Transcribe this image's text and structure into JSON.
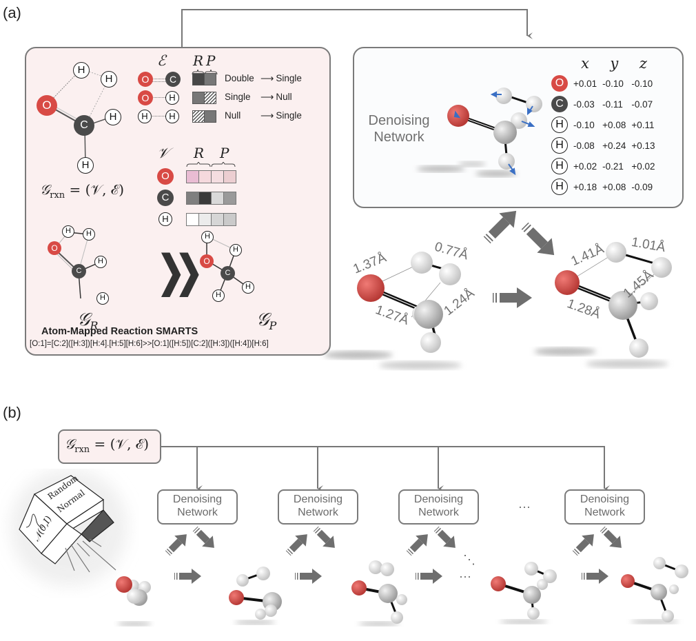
{
  "panel_a": {
    "label": "(a)",
    "graph_box": {
      "edge_symbol": "ℰ",
      "edge_cols": [
        "R",
        "P"
      ],
      "edges": [
        {
          "a": "O",
          "b": "C",
          "bond_r": "Double",
          "arrow": "⟶",
          "bond_p": "Single",
          "r_fill": "#474747",
          "p_fill": "#777777",
          "r_hatch": false,
          "p_hatch": false
        },
        {
          "a": "O",
          "b": "H",
          "bond_r": "Single",
          "arrow": "⟶",
          "bond_p": "Null",
          "r_fill": "#777777",
          "p_fill": "#ffffff",
          "r_hatch": false,
          "p_hatch": true
        },
        {
          "a": "H",
          "b": "H",
          "bond_r": "Null",
          "arrow": "⟶",
          "bond_p": "Single",
          "r_fill": "#ffffff",
          "p_fill": "#777777",
          "r_hatch": true,
          "p_hatch": false
        }
      ],
      "vertex_symbol": "𝒱",
      "vertex_cols": [
        "R",
        "P"
      ],
      "vertices": [
        {
          "atom": "O",
          "cells": [
            "#e9bcd3",
            "#f5d9dd",
            "#f4dde0",
            "#ecced1"
          ]
        },
        {
          "atom": "C",
          "cells": [
            "#7f7f7f",
            "#3a3a3a",
            "#d9d9d9",
            "#9a9a9a"
          ]
        },
        {
          "atom": "H",
          "cells": [
            "#ffffff",
            "#ececec",
            "#d6d6d6",
            "#cacaca"
          ]
        }
      ],
      "graph_rxn_label": "𝒢rxn = (𝒱, ℰ)",
      "graph_rxn_main": "𝒢",
      "graph_rxn_sub": "rxn",
      "graph_rxn_rest": " = (𝒱, ℰ)",
      "reactant_label_main": "𝒢",
      "reactant_label_sub": "R",
      "product_label_main": "𝒢",
      "product_label_sub": "P",
      "reaction_arrow": "❯❯",
      "smarts_title": "Atom-Mapped Reaction SMARTS",
      "smarts_string": "[O:1]=[C:2]([H:3])[H:4].[H:5][H:6]>>[O:1]([H:5])[C:2]([H:3])([H:4])[H:6]",
      "atoms": {
        "O": "O",
        "C": "C",
        "H": "H"
      }
    },
    "denoise_box": {
      "title_line1": "Denoising",
      "title_line2": "Network",
      "columns": [
        "x",
        "y",
        "z"
      ],
      "rows": [
        {
          "atom": "O",
          "x": "+0.01",
          "y": "-0.10",
          "z": "-0.10"
        },
        {
          "atom": "C",
          "x": "-0.03",
          "y": "-0.11",
          "z": "-0.07"
        },
        {
          "atom": "H",
          "x": "-0.10",
          "y": "+0.08",
          "z": "+0.11"
        },
        {
          "atom": "H",
          "x": "-0.08",
          "y": "+0.24",
          "z": "+0.13"
        },
        {
          "atom": "H",
          "x": "+0.02",
          "y": "-0.21",
          "z": "+0.02"
        },
        {
          "atom": "H",
          "x": "+0.18",
          "y": "+0.08",
          "z": "-0.09"
        }
      ]
    },
    "structure_before": {
      "distances": [
        "1.37Å",
        "0.77Å",
        "1.27Å",
        "1.24Å"
      ]
    },
    "structure_after": {
      "distances": [
        "1.41Å",
        "1.01Å",
        "1.28Å",
        "1.45Å"
      ]
    }
  },
  "panel_b": {
    "label": "(b)",
    "graph_main": "𝒢",
    "graph_sub": "rxn",
    "graph_rest": " = (𝒱, ℰ)",
    "noise_box": {
      "top_text_1": "Random",
      "top_text_2": "Normal",
      "side_text": "𝒩(0,I)"
    },
    "steps": [
      {
        "line1": "Denoising",
        "line2": "Network"
      },
      {
        "line1": "Denoising",
        "line2": "Network"
      },
      {
        "line1": "Denoising",
        "line2": "Network"
      },
      {
        "line1": "Denoising",
        "line2": "Network"
      }
    ],
    "ellipsis": "···",
    "ellipsis_diag": "⋱"
  },
  "colors": {
    "oxygen": "#d84a45",
    "carbon": "#4a4a4a",
    "hydrogen": "#ffffff",
    "arrow_gray": "#6e6e6e",
    "box_border": "#7a7a7a",
    "pink_fill": "#fbf0f0",
    "force_arrow": "#3a6fc4"
  }
}
